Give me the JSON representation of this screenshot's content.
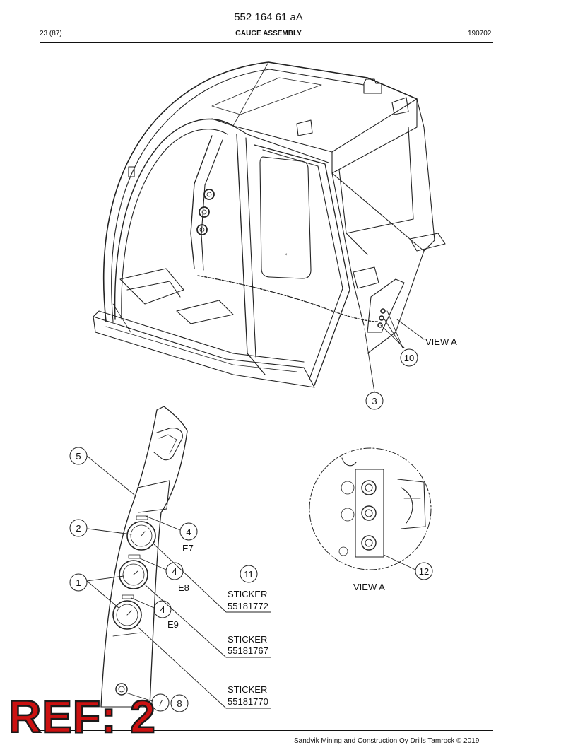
{
  "header": {
    "doc_number": "552 164 61 aA",
    "page_count": "23 (87)",
    "title": "GAUGE ASSEMBLY",
    "date": "190702"
  },
  "footer": {
    "copyright": "Sandvik Mining and Construction Oy Drills Tamrock © 2019"
  },
  "stamp": {
    "text": "REF: 2",
    "color": "#cc1111"
  },
  "callouts": {
    "c1": "1",
    "c2": "2",
    "c3": "3",
    "c4a": "4",
    "c4b": "4",
    "c4c": "4",
    "c5": "5",
    "c7": "7",
    "c8": "8",
    "c10": "10",
    "c11": "11",
    "c12": "12"
  },
  "labels": {
    "view_a_top": "VIEW A",
    "view_a_detail": "VIEW A",
    "e7": "E7",
    "e8": "E8",
    "e9": "E9"
  },
  "stickers": [
    {
      "label": "STICKER",
      "number": "55181772"
    },
    {
      "label": "STICKER",
      "number": "55181767"
    },
    {
      "label": "STICKER",
      "number": "55181770"
    }
  ]
}
